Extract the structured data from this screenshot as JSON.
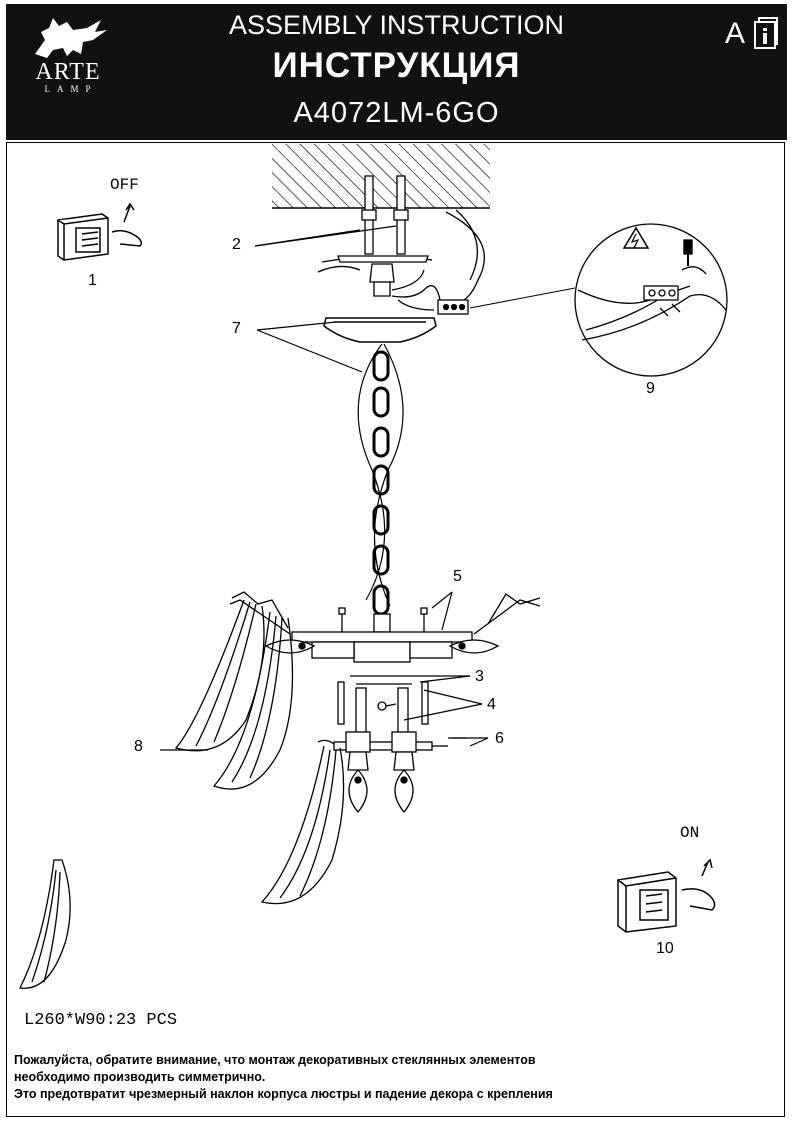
{
  "header": {
    "brand_name": "ARTE",
    "brand_sub": "LAMP",
    "title_en": "ASSEMBLY INSTRUCTION",
    "title_ru": "ИНСТРУКЦИЯ",
    "model": "A4072LM-6GO",
    "language": "A",
    "icons": [
      "griffin-logo-icon",
      "book-icon"
    ]
  },
  "steps": {
    "switch_off": "OFF",
    "switch_on": "ON",
    "labels": [
      "1",
      "2",
      "3",
      "4",
      "5",
      "6",
      "7",
      "8",
      "9",
      "10"
    ]
  },
  "spec": "L260*W90:23 PCS",
  "note": {
    "line1": "Пожалуйста, обратите внимание, что монтаж  декоративных стеклянных элементов",
    "line2": "необходимо производить симметрично.",
    "line3": "Это предотвратит чрезмерный наклон корпуса люстры и падение  декора с крепления"
  }
}
